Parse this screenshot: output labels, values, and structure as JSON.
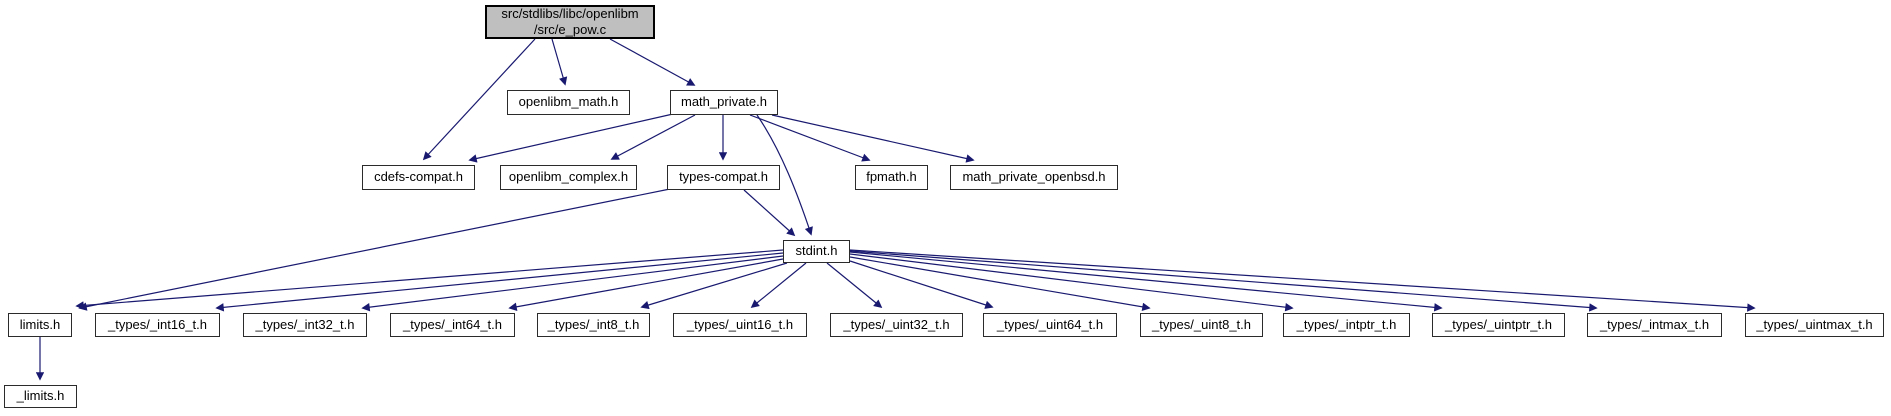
{
  "graph": {
    "kind": "include-dependency-graph",
    "root_line1": "src/stdlibs/libc/openlibm",
    "root_line2": "/src/e_pow.c",
    "colors": {
      "edge": "#191970",
      "root_fill": "#bfbfbf",
      "node_fill": "#ffffff",
      "node_border": "#2b2b2b",
      "text": "#000000"
    },
    "nodes": [
      {
        "label": "src/stdlibs/libc/openlibm /src/e_pow.c"
      },
      {
        "label": "openlibm_math.h"
      },
      {
        "label": "math_private.h"
      },
      {
        "label": "cdefs-compat.h"
      },
      {
        "label": "openlibm_complex.h"
      },
      {
        "label": "types-compat.h"
      },
      {
        "label": "fpmath.h"
      },
      {
        "label": "math_private_openbsd.h"
      },
      {
        "label": "stdint.h"
      },
      {
        "label": "limits.h"
      },
      {
        "label": "_types/_int16_t.h"
      },
      {
        "label": "_types/_int32_t.h"
      },
      {
        "label": "_types/_int64_t.h"
      },
      {
        "label": "_types/_int8_t.h"
      },
      {
        "label": "_types/_uint16_t.h"
      },
      {
        "label": "_types/_uint32_t.h"
      },
      {
        "label": "_types/_uint64_t.h"
      },
      {
        "label": "_types/_uint8_t.h"
      },
      {
        "label": "_types/_intptr_t.h"
      },
      {
        "label": "_types/_uintptr_t.h"
      },
      {
        "label": "_types/_intmax_t.h"
      },
      {
        "label": "_types/_uintmax_t.h"
      },
      {
        "label": "_limits.h"
      }
    ],
    "edges": [
      {
        "from": "src/stdlibs/libc/openlibm /src/e_pow.c",
        "to": "openlibm_math.h"
      },
      {
        "from": "src/stdlibs/libc/openlibm /src/e_pow.c",
        "to": "math_private.h"
      },
      {
        "from": "src/stdlibs/libc/openlibm /src/e_pow.c",
        "to": "cdefs-compat.h"
      },
      {
        "from": "math_private.h",
        "to": "cdefs-compat.h"
      },
      {
        "from": "math_private.h",
        "to": "openlibm_complex.h"
      },
      {
        "from": "math_private.h",
        "to": "types-compat.h"
      },
      {
        "from": "math_private.h",
        "to": "fpmath.h"
      },
      {
        "from": "math_private.h",
        "to": "math_private_openbsd.h"
      },
      {
        "from": "math_private.h",
        "to": "stdint.h"
      },
      {
        "from": "types-compat.h",
        "to": "stdint.h"
      },
      {
        "from": "types-compat.h",
        "to": "limits.h"
      },
      {
        "from": "stdint.h",
        "to": "limits.h"
      },
      {
        "from": "stdint.h",
        "to": "_types/_int16_t.h"
      },
      {
        "from": "stdint.h",
        "to": "_types/_int32_t.h"
      },
      {
        "from": "stdint.h",
        "to": "_types/_int64_t.h"
      },
      {
        "from": "stdint.h",
        "to": "_types/_int8_t.h"
      },
      {
        "from": "stdint.h",
        "to": "_types/_uint16_t.h"
      },
      {
        "from": "stdint.h",
        "to": "_types/_uint32_t.h"
      },
      {
        "from": "stdint.h",
        "to": "_types/_uint64_t.h"
      },
      {
        "from": "stdint.h",
        "to": "_types/_uint8_t.h"
      },
      {
        "from": "stdint.h",
        "to": "_types/_intptr_t.h"
      },
      {
        "from": "stdint.h",
        "to": "_types/_uintptr_t.h"
      },
      {
        "from": "stdint.h",
        "to": "_types/_intmax_t.h"
      },
      {
        "from": "stdint.h",
        "to": "_types/_uintmax_t.h"
      },
      {
        "from": "limits.h",
        "to": "_limits.h"
      }
    ]
  }
}
